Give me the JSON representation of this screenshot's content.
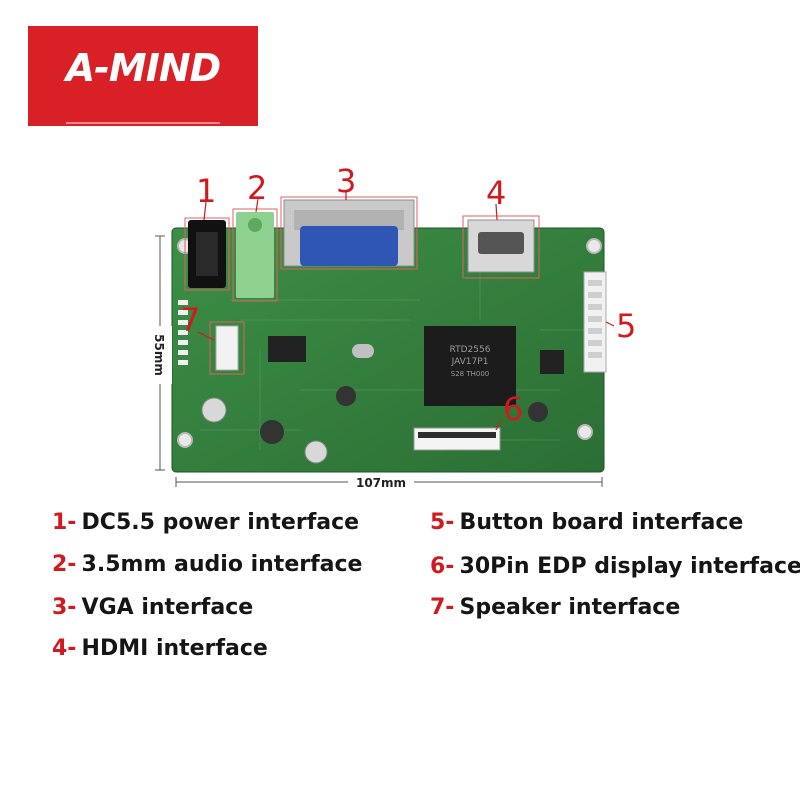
{
  "logo": {
    "text": "A-MIND",
    "bg_color": "#da2027"
  },
  "callouts": [
    "1",
    "2",
    "3",
    "4",
    "5",
    "6",
    "7"
  ],
  "dimensions": {
    "height": "55mm",
    "width": "107mm"
  },
  "chip_markings": [
    "RTD2556",
    "JAV17P1",
    "S28 TH000"
  ],
  "legend": [
    {
      "num": "1-",
      "text": "DC5.5 power interface"
    },
    {
      "num": "2-",
      "text": "3.5mm audio interface"
    },
    {
      "num": "3-",
      "text": "VGA interface"
    },
    {
      "num": "4-",
      "text": "HDMI interface"
    },
    {
      "num": "5-",
      "text": "Button board interface"
    },
    {
      "num": "6-",
      "text": "30Pin EDP display interface"
    },
    {
      "num": "7-",
      "text": "Speaker interface"
    }
  ],
  "colors": {
    "accent": "#d11a20",
    "board": "#2f7d3a"
  }
}
